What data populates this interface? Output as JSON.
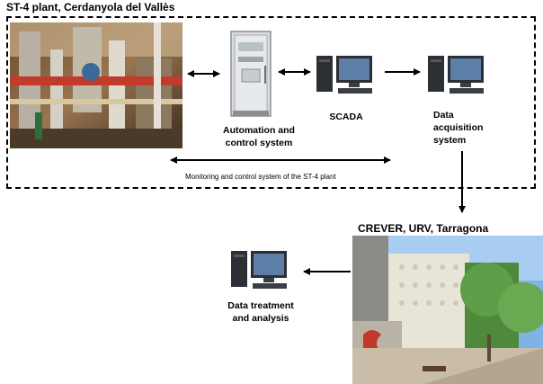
{
  "plant_section": {
    "title": "ST-4 plant, Cerdanyola del Vallès",
    "nodes": {
      "automation": [
        "Automation and",
        "control system"
      ],
      "scada": "SCADA",
      "acquisition": [
        "Data",
        "acquisition",
        "system"
      ]
    },
    "caption": "Monitoring and control system of the ST-4 plant"
  },
  "crever_section": {
    "title": "CREVER, URV, Tarragona",
    "treatment": [
      "Data treatment",
      "and analysis"
    ]
  },
  "icons": {
    "plant_photo": "industrial-plant-photo",
    "cabinet": "control-cabinet-icon",
    "computer": "desktop-computer-icon",
    "building_photo": "university-building-photo"
  }
}
